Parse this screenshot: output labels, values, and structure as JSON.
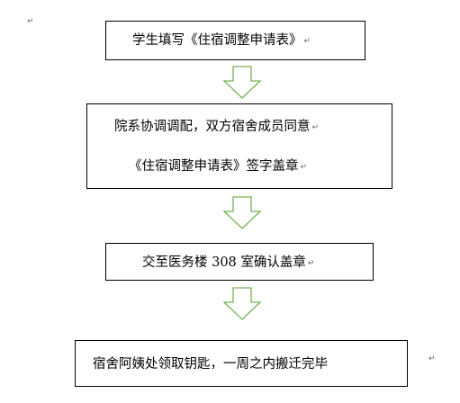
{
  "paragraph_mark": "↵",
  "flow": {
    "steps": [
      {
        "lines": [
          "学生填写《住宿调整申请表》"
        ]
      },
      {
        "lines": [
          "院系协调调配，双方宿舍成员同意",
          "《住宿调整申请表》签字盖章"
        ]
      },
      {
        "lines": [
          "交至医务楼 308 室确认盖章"
        ]
      },
      {
        "lines": [
          "宿舍阿姨处领取钥匙，一周之内搬迁完毕"
        ]
      }
    ]
  },
  "colors": {
    "arrow_stroke": "#77b255",
    "box_border": "#000000",
    "mark": "#666666"
  }
}
